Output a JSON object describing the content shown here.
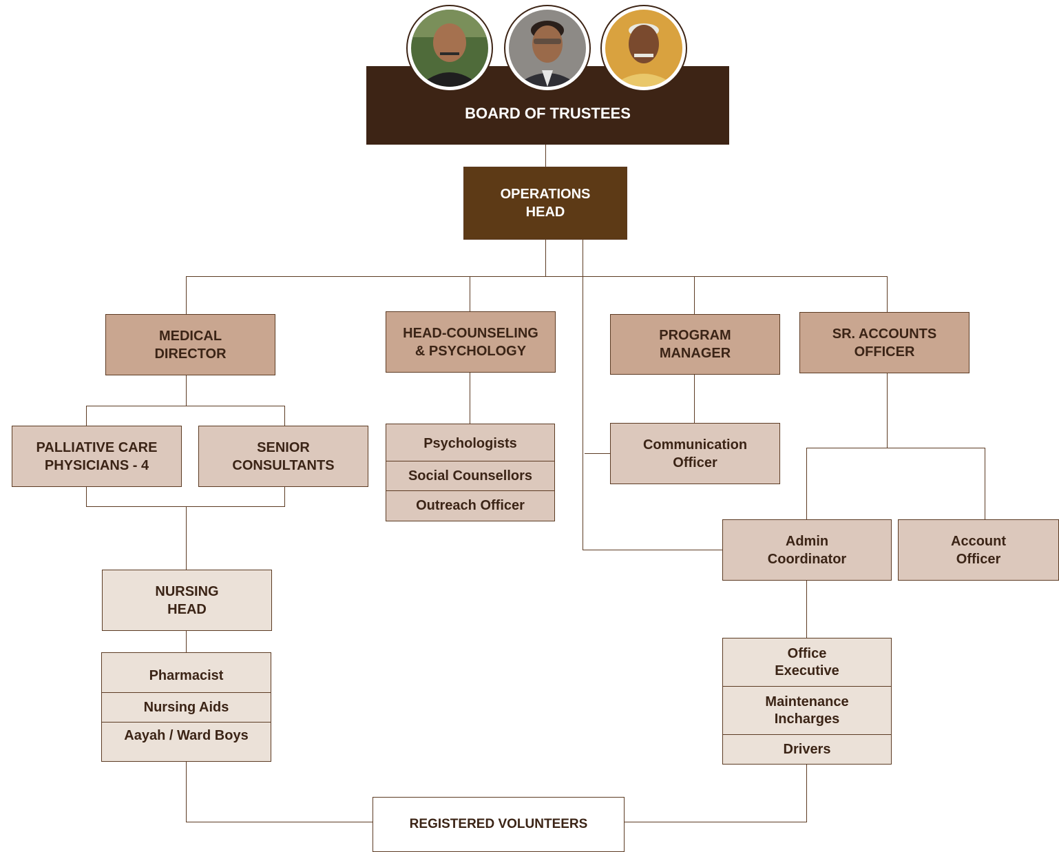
{
  "board": {
    "title": "BOARD OF TRUSTEES",
    "photos": [
      "trustee-photo-1",
      "trustee-photo-2",
      "trustee-photo-3"
    ]
  },
  "operations_head": [
    "OPERATIONS",
    "HEAD"
  ],
  "medical_director": [
    "MEDICAL",
    "DIRECTOR"
  ],
  "head_counseling": [
    "HEAD-COUNSELING",
    "& PSYCHOLOGY"
  ],
  "program_manager": [
    "PROGRAM",
    "MANAGER"
  ],
  "sr_accounts_officer": [
    "SR. ACCOUNTS",
    "OFFICER"
  ],
  "palliative_care": [
    "PALLIATIVE CARE",
    "PHYSICIANS - 4"
  ],
  "senior_consultants": [
    "SENIOR",
    "CONSULTANTS"
  ],
  "counseling_staff": [
    "Psychologists",
    "Social Counsellors",
    "Outreach Officer"
  ],
  "communication_officer": [
    "Communication",
    "Officer"
  ],
  "admin_coordinator": [
    "Admin",
    "Coordinator"
  ],
  "account_officer": [
    "Account",
    "Officer"
  ],
  "nursing_head": [
    "NURSING",
    "HEAD"
  ],
  "nursing_staff": [
    "Pharmacist",
    "Nursing Aids",
    "Aayah / Ward Boys"
  ],
  "admin_staff": {
    "office_executive": [
      "Office",
      "Executive"
    ],
    "maintenance": [
      "Maintenance",
      "Incharges"
    ],
    "drivers": "Drivers"
  },
  "volunteers": "REGISTERED VOLUNTEERS",
  "colors": {
    "board": "#3d2415",
    "operations": "#5d3a16",
    "level2": "#c9a690",
    "level3": "#dcc8bc",
    "level4": "#ebe1d8",
    "connector": "#5b3a22"
  }
}
